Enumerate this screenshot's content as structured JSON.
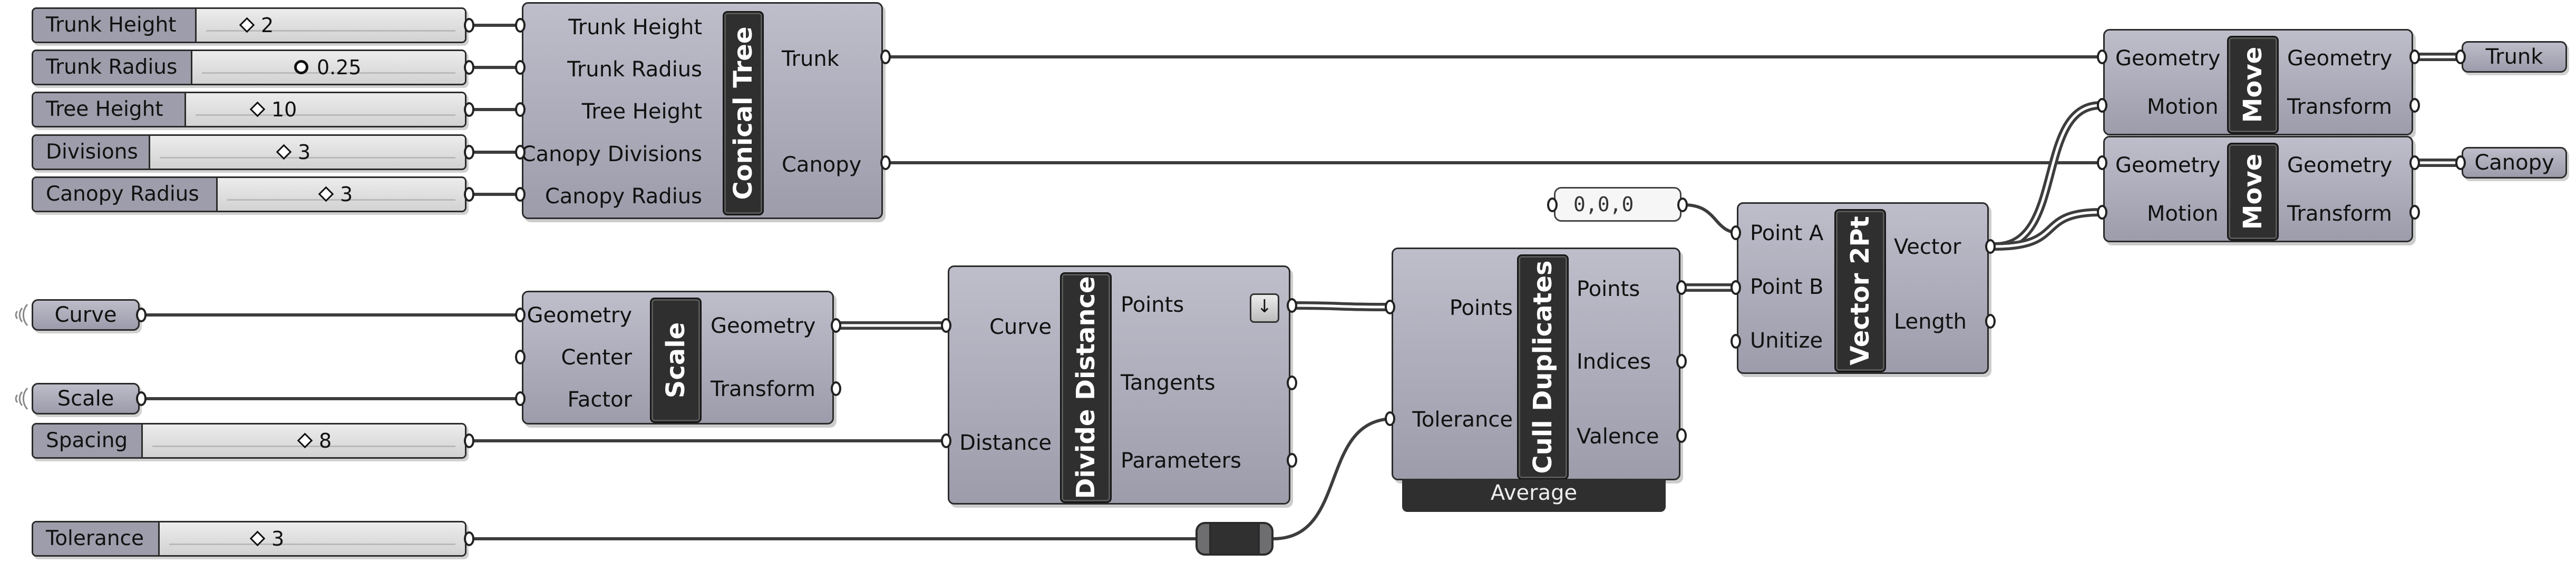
{
  "sliders": [
    {
      "label": "Trunk Height",
      "value": "2",
      "knob": "diamond"
    },
    {
      "label": "Trunk Radius",
      "value": "0.25",
      "knob": "circle"
    },
    {
      "label": "Tree Height",
      "value": "10",
      "knob": "diamond"
    },
    {
      "label": "Divisions",
      "value": "3",
      "knob": "diamond"
    },
    {
      "label": "Canopy Radius",
      "value": "3",
      "knob": "diamond"
    },
    {
      "label": "Spacing",
      "value": "8",
      "knob": "diamond"
    },
    {
      "label": "Tolerance",
      "value": "3",
      "knob": "diamond"
    }
  ],
  "params": {
    "curve": "Curve",
    "scale": "Scale",
    "trunk": "Trunk",
    "canopy": "Canopy"
  },
  "panel": {
    "value": "0,0,0"
  },
  "components": {
    "conical_tree": {
      "name": "Conical Tree",
      "inputs": [
        "Trunk Height",
        "Trunk Radius",
        "Tree Height",
        "Canopy Divisions",
        "Canopy Radius"
      ],
      "outputs": [
        "Trunk",
        "Canopy"
      ]
    },
    "scale": {
      "name": "Scale",
      "inputs": [
        "Geometry",
        "Center",
        "Factor"
      ],
      "outputs": [
        "Geometry",
        "Transform"
      ]
    },
    "divide_distance": {
      "name": "Divide Distance",
      "inputs": [
        "Curve",
        "Distance"
      ],
      "outputs": [
        "Points",
        "Tangents",
        "Parameters"
      ]
    },
    "cull_duplicates": {
      "name": "Cull Duplicates",
      "inputs": [
        "Points",
        "Tolerance"
      ],
      "outputs": [
        "Points",
        "Indices",
        "Valence"
      ],
      "footer": "Average"
    },
    "vector_2pt": {
      "name": "Vector 2Pt",
      "inputs": [
        "Point A",
        "Point B",
        "Unitize"
      ],
      "outputs": [
        "Vector",
        "Length"
      ]
    },
    "move_1": {
      "name": "Move",
      "inputs": [
        "Geometry",
        "Motion"
      ],
      "outputs": [
        "Geometry",
        "Transform"
      ]
    },
    "move_2": {
      "name": "Move",
      "inputs": [
        "Geometry",
        "Motion"
      ],
      "outputs": [
        "Geometry",
        "Transform"
      ]
    }
  },
  "icons": {
    "flatten": "down-arrow-icon",
    "wireless": "wireless-icon"
  }
}
